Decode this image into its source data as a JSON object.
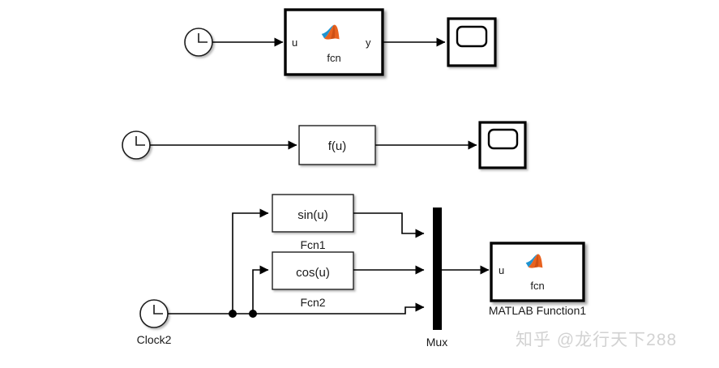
{
  "diagram": {
    "title": "Simulink block diagram",
    "background_color": "#ffffff",
    "wire_color": "#000000",
    "rows": [
      {
        "id": "row1",
        "blocks": [
          {
            "type": "clock",
            "name": "Clock",
            "label": ""
          },
          {
            "type": "matlab-function",
            "name": "MATLAB Function",
            "input_port": "u",
            "output_port": "y",
            "icon_label": "fcn",
            "caption": ""
          },
          {
            "type": "scope",
            "name": "Scope",
            "label": ""
          }
        ]
      },
      {
        "id": "row2",
        "blocks": [
          {
            "type": "clock",
            "name": "Clock1",
            "label": ""
          },
          {
            "type": "fcn",
            "name": "Fcn",
            "expression": "f(u)",
            "caption": ""
          },
          {
            "type": "scope",
            "name": "Scope1",
            "label": ""
          }
        ]
      },
      {
        "id": "row3",
        "blocks": [
          {
            "type": "clock",
            "name": "Clock2",
            "label": "Clock2"
          },
          {
            "type": "fcn",
            "name": "Fcn1",
            "expression": "sin(u)",
            "caption": "Fcn1"
          },
          {
            "type": "fcn",
            "name": "Fcn2",
            "expression": "cos(u)",
            "caption": "Fcn2"
          },
          {
            "type": "mux",
            "name": "Mux",
            "caption": "Mux",
            "inputs": 3
          },
          {
            "type": "matlab-function",
            "name": "MATLAB Function1",
            "input_port": "u",
            "output_port": "",
            "icon_label": "fcn",
            "caption": "MATLAB Function1"
          }
        ]
      }
    ]
  },
  "labels": {
    "fcn_icon_text": "fcn",
    "port_u": "u",
    "port_y": "y",
    "row1_port_u": "u",
    "row1_port_y": "y",
    "row2_expression": "f(u)",
    "row3_expr_sin": "sin(u)",
    "row3_expr_cos": "cos(u)",
    "caption_fcn1": "Fcn1",
    "caption_fcn2": "Fcn2",
    "caption_mux": "Mux",
    "caption_clock2": "Clock2",
    "caption_matlab_function1": "MATLAB Function1",
    "row3_port_u": "u",
    "row3_icon_text": "fcn"
  },
  "colors": {
    "membrane_blue": "#1f93d0",
    "membrane_blue_dark": "#0d6ea8",
    "membrane_orange": "#e8621f",
    "membrane_orange_dark": "#b8410d",
    "mux_black": "#000000",
    "block_border": "#1a1a1a",
    "watermark": "#d2d2d2"
  },
  "watermark": {
    "text": "知乎 @龙行天下288"
  }
}
